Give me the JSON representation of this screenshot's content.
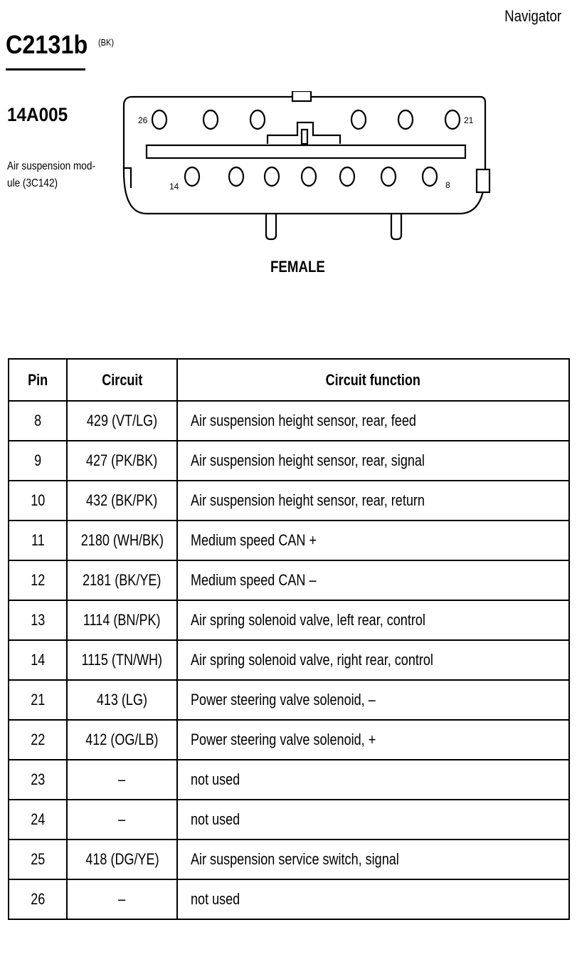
{
  "header": {
    "vehicle": "Navigator",
    "connector_id": "C2131b",
    "connector_color": "(BK)",
    "part_number": "14A005",
    "module_description": "Air suspension mod-ule (3C142)"
  },
  "diagram": {
    "pin_labels": {
      "top_left": "26",
      "top_right": "21",
      "bottom_left": "14",
      "bottom_right": "8"
    },
    "gender": "FEMALE"
  },
  "table": {
    "headers": {
      "pin": "Pin",
      "circuit": "Circuit",
      "function": "Circuit function"
    },
    "rows": [
      {
        "pin": "8",
        "circuit": "429 (VT/LG)",
        "function": "Air suspension height sensor, rear, feed"
      },
      {
        "pin": "9",
        "circuit": "427 (PK/BK)",
        "function": "Air suspension height sensor, rear, signal"
      },
      {
        "pin": "10",
        "circuit": "432 (BK/PK)",
        "function": "Air suspension height sensor, rear, return"
      },
      {
        "pin": "11",
        "circuit": "2180 (WH/BK)",
        "function": "Medium speed CAN +"
      },
      {
        "pin": "12",
        "circuit": "2181 (BK/YE)",
        "function": "Medium speed CAN –"
      },
      {
        "pin": "13",
        "circuit": "1114 (BN/PK)",
        "function": "Air spring solenoid valve, left rear, control"
      },
      {
        "pin": "14",
        "circuit": "1115 (TN/WH)",
        "function": "Air spring solenoid valve, right rear, control"
      },
      {
        "pin": "21",
        "circuit": "413 (LG)",
        "function": "Power steering valve solenoid, –"
      },
      {
        "pin": "22",
        "circuit": "412 (OG/LB)",
        "function": "Power steering valve solenoid, +"
      },
      {
        "pin": "23",
        "circuit": "–",
        "function": "not used"
      },
      {
        "pin": "24",
        "circuit": "–",
        "function": "not used"
      },
      {
        "pin": "25",
        "circuit": "418 (DG/YE)",
        "function": "Air suspension service switch, signal"
      },
      {
        "pin": "26",
        "circuit": "–",
        "function": "not used"
      }
    ]
  }
}
